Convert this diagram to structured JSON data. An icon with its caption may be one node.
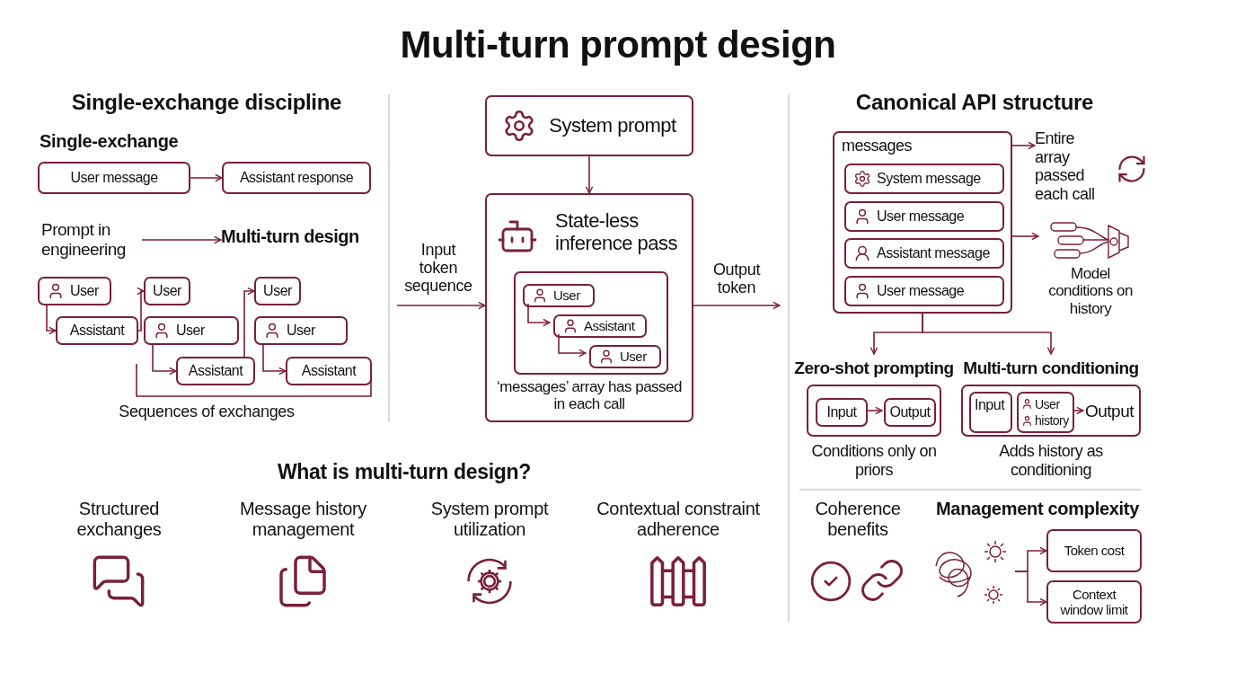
{
  "diagram": {
    "title": "Multi-turn prompt design",
    "nodes": [
      {
        "text": [
          "User message"
        ]
      },
      {
        "text": [
          "Assistant response"
        ]
      },
      {
        "text": [
          "Prompt in engineering"
        ]
      },
      {
        "text": [
          "Multi-turn design"
        ]
      },
      {
        "text": [
          "User"
        ]
      },
      {
        "text": [
          "Assistant"
        ]
      },
      {
        "text": [
          "User"
        ]
      },
      {
        "text": [
          "User"
        ]
      },
      {
        "text": [
          "Assistant"
        ]
      },
      {
        "text": [
          "User"
        ]
      },
      {
        "text": [
          "User"
        ]
      },
      {
        "text": [
          "Assistant"
        ]
      },
      {
        "text": [
          "System prompt"
        ]
      },
      {
        "text": [
          "State-less inference pass",
          "‘messages’ array has passed in each call"
        ]
      },
      {
        "text": [],
        "shape": "box",
        "in": 13
      },
      {
        "text": [
          "User"
        ],
        "in": 14
      },
      {
        "text": [
          "Assistant"
        ],
        "in": 14
      },
      {
        "text": [
          "User"
        ],
        "in": 14
      },
      {
        "text": [
          "messages"
        ]
      },
      {
        "text": [
          "System message"
        ],
        "in": 18
      },
      {
        "text": [
          "User message"
        ],
        "in": 18
      },
      {
        "text": [
          "Assistant message"
        ],
        "in": 18
      },
      {
        "text": [
          "User message"
        ],
        "in": 18
      },
      {
        "text": [
          "Entire array passed each call"
        ]
      },
      {
        "text": [
          "Model conditions on history"
        ]
      },
      {
        "text": [
          "Zero-shot prompting"
        ],
        "beside": [
          "Conditions only on priors"
        ]
      },
      {
        "text": [
          "Input"
        ],
        "in": 25
      },
      {
        "text": [
          "Output"
        ],
        "in": 25
      },
      {
        "text": [
          "Multi-turn conditioning"
        ],
        "beside": [
          "Adds history as conditioning"
        ]
      },
      {
        "text": [
          "Input"
        ],
        "in": 28
      },
      {
        "text": [
          "User",
          "history"
        ],
        "in": 28
      },
      {
        "text": [
          "Output"
        ],
        "in": 28
      },
      {
        "text": [],
        "shape": "picture"
      },
      {
        "text": [
          "Token cost"
        ]
      },
      {
        "text": [
          "Context window limit"
        ]
      }
    ],
    "edges": [
      {
        "from": 0,
        "to": 1,
        "arrow": "to"
      },
      {
        "from": 2,
        "to": 3,
        "arrow": "to"
      },
      {
        "from": 4,
        "to": 5,
        "arrow": "to"
      },
      {
        "from": 5,
        "to": 6,
        "arrow": "to"
      },
      {
        "from": 7,
        "to": 8,
        "arrow": "to"
      },
      {
        "from": 8,
        "to": 9,
        "arrow": "to"
      },
      {
        "from": 10,
        "to": 11,
        "arrow": "to"
      },
      {
        "from": 12,
        "to": 13,
        "arrow": "to"
      },
      {
        "from": 15,
        "to": 16,
        "arrow": "to"
      },
      {
        "from": 16,
        "to": 17,
        "arrow": "to"
      },
      {
        "from": null,
        "to": 13,
        "arrow": "to",
        "label": "Input token sequence"
      },
      {
        "from": 13,
        "to": null,
        "arrow": "to",
        "label": "Output token"
      },
      {
        "from": 18,
        "to": 23,
        "arrow": "to"
      },
      {
        "from": 18,
        "to": 24,
        "arrow": "to"
      },
      {
        "from": 18,
        "to": 25,
        "arrow": "to"
      },
      {
        "from": 18,
        "to": 28,
        "arrow": "to"
      },
      {
        "from": 26,
        "to": 27,
        "arrow": "to"
      },
      {
        "from": 30,
        "to": 31,
        "arrow": "to"
      },
      {
        "from": 32,
        "to": 33,
        "arrow": "to"
      },
      {
        "from": 32,
        "to": 34,
        "arrow": "to"
      }
    ],
    "labels": [
      "Single-exchange discipline",
      "Single-exchange",
      "Sequences of exchanges",
      "Canonical API structure",
      "What is multi-turn design?",
      "Structured exchanges",
      "Message history management",
      "System prompt utilization",
      "Contextual constraint adherence",
      "Coherence benefits",
      "Management complexity"
    ]
  }
}
